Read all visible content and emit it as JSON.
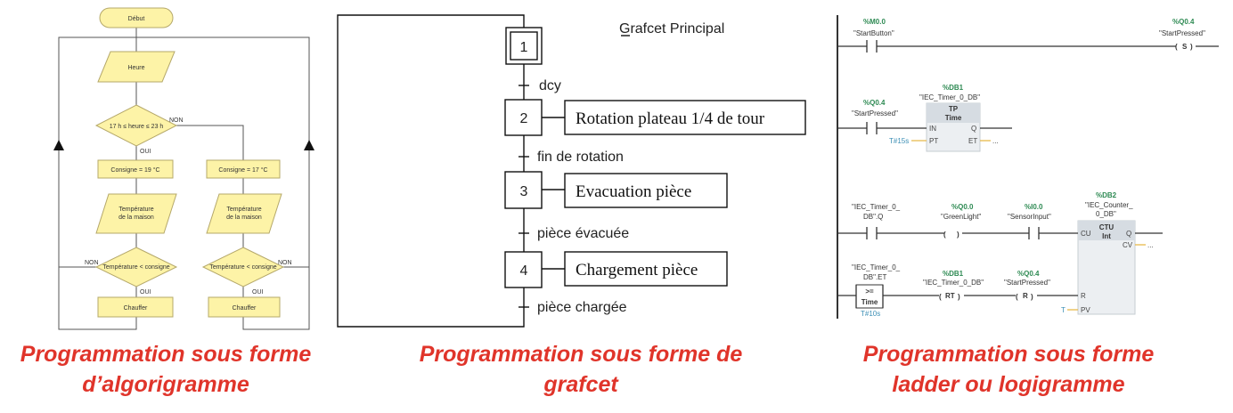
{
  "flowchart": {
    "start": "Début",
    "read_time": "Heure",
    "condition": "17 h ≤ heure ≤ 23 h",
    "yes": "OUI",
    "no": "NON",
    "setpoint_left": "Consigne = 19 °C",
    "setpoint_right": "Consigne = 17 °C",
    "temp_line1": "Température",
    "temp_line2": "de la maison",
    "compare": "Température < consigne",
    "heat": "Chauffer"
  },
  "grafcet": {
    "title": "Grafcet Principal",
    "steps": [
      {
        "num": "1",
        "action": ""
      },
      {
        "num": "2",
        "action": "Rotation plateau 1/4 de tour"
      },
      {
        "num": "3",
        "action": "Evacuation pièce"
      },
      {
        "num": "4",
        "action": "Chargement pièce"
      }
    ],
    "transitions": [
      "dcy",
      "fin de rotation",
      "pièce évacuée",
      "pièce chargée"
    ]
  },
  "ladder": {
    "r1_contact_addr": "%M0.0",
    "r1_contact_name": "\"StartButton\"",
    "r1_coil_addr": "%Q0.4",
    "r1_coil_name": "\"StartPressed\"",
    "r1_coil_sym": "S",
    "r2_db_addr": "%DB1",
    "r2_db_name": "\"IEC_Timer_0_DB\"",
    "r2_block_title": "TP",
    "r2_block_type": "Time",
    "r2_contact_addr": "%Q0.4",
    "r2_contact_name": "\"StartPressed\"",
    "r2_in": "IN",
    "r2_q": "Q",
    "r2_pt": "PT",
    "r2_et": "ET",
    "r2_pt_value": "T#15s",
    "r2_et_value": "...",
    "r3_db_addr": "%DB2",
    "r3_db_name1": "\"IEC_Counter_",
    "r3_db_name2": "0_DB\"",
    "r3_block_title": "CTU",
    "r3_block_type": "Int",
    "r3_c1_name1": "\"IEC_Timer_0_",
    "r3_c1_name2": "DB\".Q",
    "r3_c2_addr": "%Q0.0",
    "r3_c2_name": "\"GreenLight\"",
    "r3_c3_addr": "%I0.0",
    "r3_c3_name": "\"SensorInput\"",
    "r3_cu": "CU",
    "r3_q": "Q",
    "r3_cv": "CV",
    "r3_cv_value": "...",
    "r3_r": "R",
    "r3_pv": "PV",
    "r3_pv_value": "T",
    "r4_c1_name1": "\"IEC_Timer_0_",
    "r4_c1_name2": "DB\".ET",
    "r4_cmp_op": ">=",
    "r4_cmp_type": "Time",
    "r4_cmp_value": "T#10s",
    "r4_coil1_addr": "%DB1",
    "r4_coil1_name": "\"IEC_Timer_0_DB\"",
    "r4_coil1_sym": "RT",
    "r4_coil2_addr": "%Q0.4",
    "r4_coil2_name": "\"StartPressed\"",
    "r4_coil2_sym": "R"
  },
  "captions": {
    "left_1": "Programmation sous forme",
    "left_2": "d’algorigramme",
    "middle_1": "Programmation sous forme de",
    "middle_2": "grafcet",
    "right_1": "Programmation sous forme",
    "right_2": "ladder ou logigramme"
  },
  "colors": {
    "caption": "#e0342a",
    "flow_box": "#fdf3a7",
    "ladder_address": "#2e8a53"
  }
}
